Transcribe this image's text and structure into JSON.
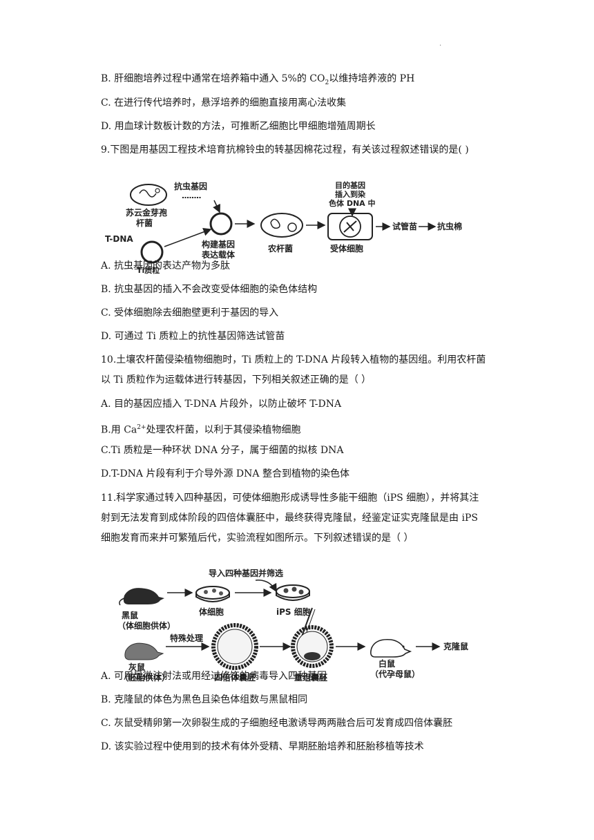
{
  "header": {
    "dot": "."
  },
  "q8": {
    "optB": {
      "pre": "B.  肝细胞培养过程中通常在培养箱中通入 5%的 CO",
      "sub": "2",
      "post": "以维持培养液的 PH"
    },
    "optC": "C.  在进行传代培养时，悬浮培养的细胞直接用离心法收集",
    "optD": "D.  用血球计数板计数的方法，可推断乙细胞比甲细胞增殖周期长"
  },
  "q9": {
    "stem": "9.下图是用基因工程技术培育抗棉铃虫的转基因棉花过程，有关该过程叙述错误的是(     )",
    "figure": {
      "bacillus": [
        "苏云金芽孢",
        "杆菌"
      ],
      "gene": "抗虫基因",
      "tdna": "T-DNA",
      "ti": "Ti质粒",
      "vector": [
        "构建基因",
        "表达载体"
      ],
      "agro": "农杆菌",
      "insert": [
        "目的基因",
        "插入到染",
        "色体 DNA 中"
      ],
      "recipient": "受体细胞",
      "tube": "试管苗",
      "cotton": "抗虫棉"
    },
    "optA": "A.  抗虫基因的表达产物为多肽",
    "optB": "B.  抗虫基因的插入不会改变受体细胞的染色体结构",
    "optC": "C.  受体细胞除去细胞壁更利于基因的导入",
    "optD": "D.  可通过 Ti 质粒上的抗性基因筛选试管苗"
  },
  "q10": {
    "stem1": "10.土壤农杆菌侵染植物细胞时，Ti 质粒上的 T-DNA 片段转入植物的基因组。利用农杆菌",
    "stem2": "以 Ti 质粒作为运载体进行转基因，下列相关叙述正确的是（         ）",
    "optA": "A.  目的基因应插入 T-DNA 片段外，以防止破坏 T-DNA",
    "optB": {
      "pre": "B.用 Ca",
      "sup": "2+",
      "post": "处理农杆菌，以利于其侵染植物细胞"
    },
    "optC": "C.Ti 质粒是一种环状 DNA 分子，属于细菌的拟核 DNA",
    "optD": "D.T-DNA 片段有利于介导外源 DNA 整合到植物的染色体"
  },
  "q11": {
    "stem1": "11.科学家通过转入四种基因，可使体细胞形成诱导性多能干细胞（iPS 细胞），并将其注",
    "stem2": "射到无法发育到成体阶段的四倍体囊胚中，最终获得克隆鼠，经鉴定证实克隆鼠是由 iPS",
    "stem3": "细胞发育而来并可繁殖后代，实验流程如图所示。下列叙述错误的是（         ）",
    "figure": {
      "import": "导入四种基因并筛选",
      "black": [
        "黑鼠",
        "（体细胞供体）"
      ],
      "somatic": "体细胞",
      "ips": "iPS 细胞",
      "special": "特殊处理",
      "gray": [
        "灰鼠",
        "（胚胎供体）"
      ],
      "tetra": "四倍体囊胚",
      "recomb": "重组囊胚",
      "white": [
        "白鼠",
        "（代孕母鼠）"
      ],
      "clone": "克隆鼠"
    },
    "optA": "A.  可用显微注射法或用经过修饰的病毒导入四种基因",
    "optB": "B.  克隆鼠的体色为黑色且染色体组数与黑鼠相同",
    "optC": "C.  灰鼠受精卵第一次卵裂生成的子细胞经电激诱导两两融合后可发育成四倍体囊胚",
    "optD": "D.  该实验过程中使用到的技术有体外受精、早期胚胎培养和胚胎移植等技术"
  }
}
